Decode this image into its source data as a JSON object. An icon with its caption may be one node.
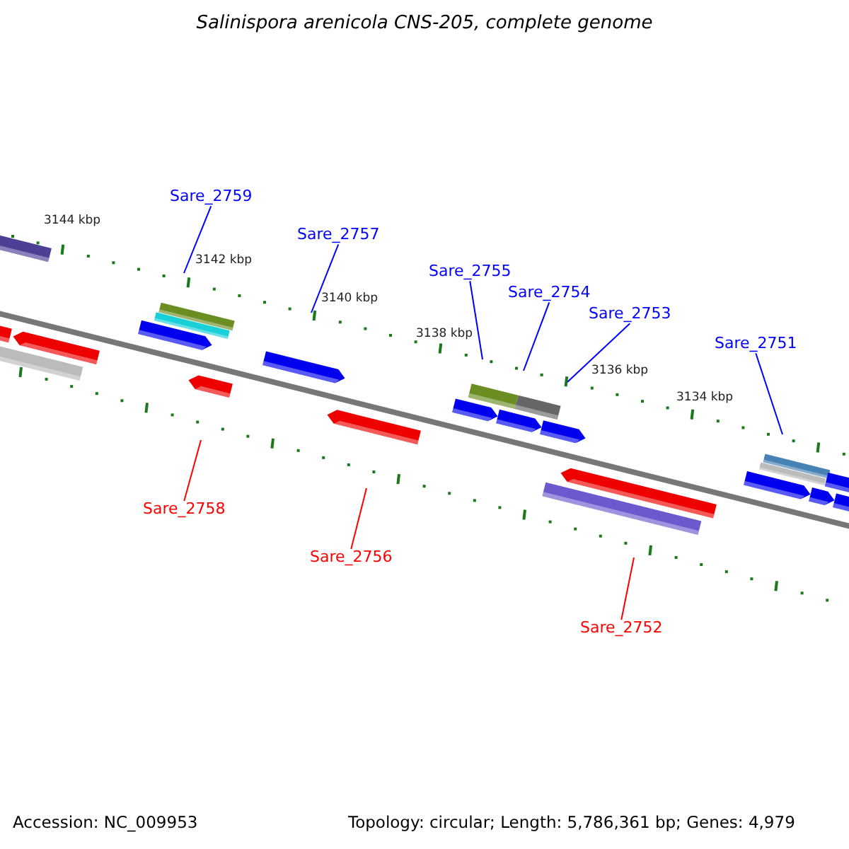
{
  "diagram": {
    "title": "Salinispora arenicola CNS-205, complete genome",
    "nodes": [
      {
        "text": [
          "Sare_2759"
        ]
      },
      {
        "text": [
          "Sare_2757"
        ]
      },
      {
        "text": [
          "Sare_2755"
        ]
      },
      {
        "text": [
          "Sare_2754"
        ]
      },
      {
        "text": [
          "Sare_2753"
        ]
      },
      {
        "text": [
          "Sare_2751"
        ]
      },
      {
        "text": [
          "Sare_2758"
        ]
      },
      {
        "text": [
          "Sare_2756"
        ]
      },
      {
        "text": [
          "Sare_2752"
        ]
      }
    ],
    "edges": [
      {
        "from": 0,
        "to": null,
        "arrow": "none"
      },
      {
        "from": 1,
        "to": null,
        "arrow": "none"
      },
      {
        "from": 2,
        "to": null,
        "arrow": "none"
      },
      {
        "from": 3,
        "to": null,
        "arrow": "none"
      },
      {
        "from": 4,
        "to": null,
        "arrow": "none"
      },
      {
        "from": 5,
        "to": null,
        "arrow": "none"
      },
      {
        "from": 6,
        "to": null,
        "arrow": "none",
        "color": "#ff0000"
      },
      {
        "from": 7,
        "to": null,
        "arrow": "none",
        "color": "#ff0000"
      },
      {
        "from": 8,
        "to": null,
        "arrow": "none",
        "color": "#ff0000"
      }
    ],
    "labels": [
      "3144 kbp",
      "3142 kbp",
      "3140 kbp",
      "3138 kbp",
      "3136 kbp",
      "3134 kbp",
      "Accession: NC_009953",
      "Topology: circular; Length: 5,786,361 bp; Genes: 4,979"
    ]
  }
}
